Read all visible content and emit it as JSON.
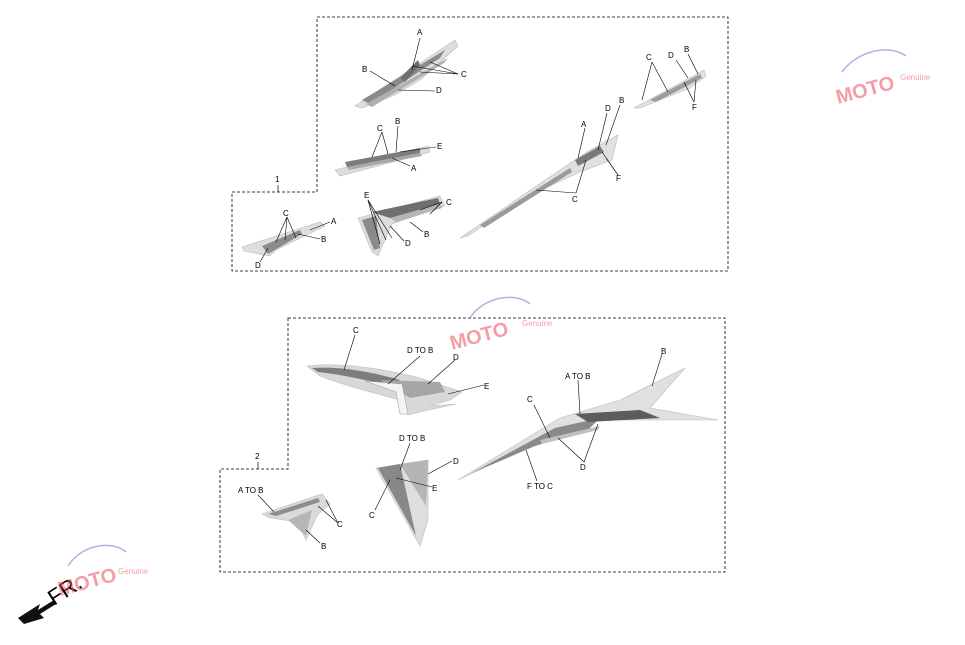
{
  "group1": {
    "number": "1",
    "labels": {
      "p1_A": "A",
      "p1_B": "B",
      "p1_C": "C",
      "p1_D": "D",
      "p2_C": "C",
      "p2_B": "B",
      "p2_E": "E",
      "p2_A": "A",
      "p3_C": "C",
      "p3_A": "A",
      "p3_B": "B",
      "p3_D": "D",
      "p4_E": "E",
      "p4_C": "C",
      "p4_D": "D",
      "p4_B": "B",
      "p5_A": "A",
      "p5_D": "D",
      "p5_B": "B",
      "p5_C": "C",
      "p5_F": "F",
      "p6_C": "C",
      "p6_B": "B",
      "p6_D": "D",
      "p6_F": "F"
    }
  },
  "group2": {
    "number": "2",
    "labels": {
      "q1_C": "C",
      "q1_DTOB": "D TO B",
      "q1_D": "D",
      "q1_E": "E",
      "q2_DTOB": "D TO B",
      "q2_D": "D",
      "q2_E": "E",
      "q2_C": "C",
      "q3_B": "B",
      "q3_ATOB": "A TO B",
      "q3_C": "C",
      "q3_D": "D",
      "q3_FTOC": "F TO C",
      "q4_ATOB": "A TO B",
      "q4_C": "C",
      "q4_B": "B"
    }
  },
  "direction": {
    "label": "FR."
  },
  "watermark": {
    "text": "MOTO",
    "tagline": "Genuine"
  },
  "colors": {
    "frame": "#000000",
    "decal_light": "#d9d9d9",
    "decal_mid": "#a6a6a6",
    "decal_dark": "#6e6e6e",
    "watermark_red": "#e8505b",
    "watermark_blue": "#6a78c8"
  }
}
